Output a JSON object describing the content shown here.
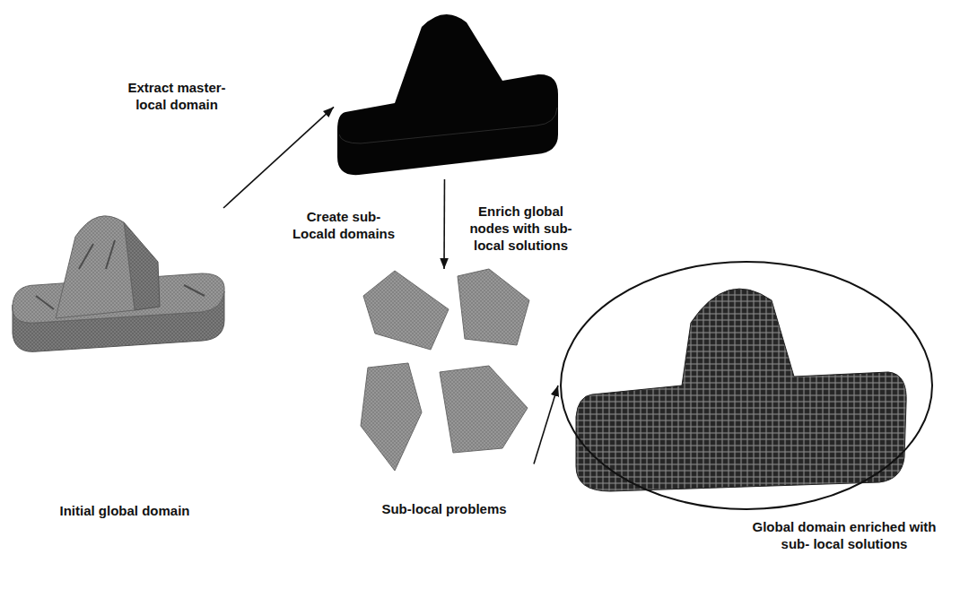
{
  "diagram": {
    "nodes": [
      {
        "text": [
          "Initial global domain"
        ]
      },
      {
        "text": [
          "Extract master- local domain"
        ]
      },
      {
        "text": [
          "Sub-local problems"
        ]
      },
      {
        "text": [
          "Global domain enriched with sub- local solutions"
        ]
      }
    ],
    "edges": [
      {
        "from": 0,
        "to": 1,
        "arrow": "to"
      },
      {
        "from": 1,
        "to": 2,
        "label": "Create sub- Locald domains",
        "arrow": "to"
      },
      {
        "from": 2,
        "to": 3,
        "arrow": "to"
      }
    ],
    "labels": [
      "Enrich global nodes with sub- local solutions"
    ]
  }
}
